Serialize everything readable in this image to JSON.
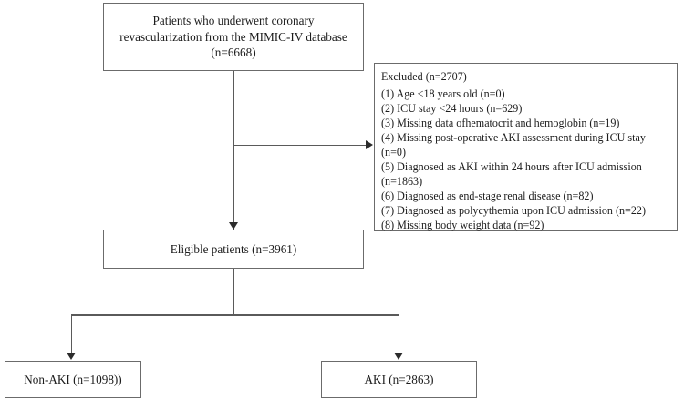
{
  "diagram": {
    "type": "patient-flow-diagram",
    "nodes": {
      "source": "Patients who underwent coronary revascularization from the MIMIC-IV database (n=6668)",
      "eligible": "Eligible patients (n=3961)",
      "non_aki": "Non-AKI (n=1098))",
      "aki": "AKI (n=2863)"
    },
    "excluded": {
      "title": "Excluded (n=2707)",
      "criteria": [
        "(1) Age <18 years old (n=0)",
        "(2) ICU stay <24 hours (n=629)",
        "(3) Missing data ofhematocrit and hemoglobin (n=19)",
        "(4) Missing post-operative AKI assessment during ICU stay (n=0)",
        "(5) Diagnosed as AKI within 24 hours after ICU admission (n=1863)",
        "(6) Diagnosed as end-stage renal disease (n=82)",
        "(7) Diagnosed as polycythemia upon ICU admission (n=22)",
        "(8) Missing body weight data (n=92)"
      ]
    },
    "counts": {
      "total_screened": 6668,
      "total_excluded": 2707,
      "eligible": 3961,
      "non_aki": 1098,
      "aki": 2863
    },
    "colors": {
      "box_border": "#6b6b6b",
      "connector": "#5a5a5a",
      "arrow": "#2b2b2b",
      "text": "#1c1c1c",
      "background": "#ffffff"
    }
  }
}
